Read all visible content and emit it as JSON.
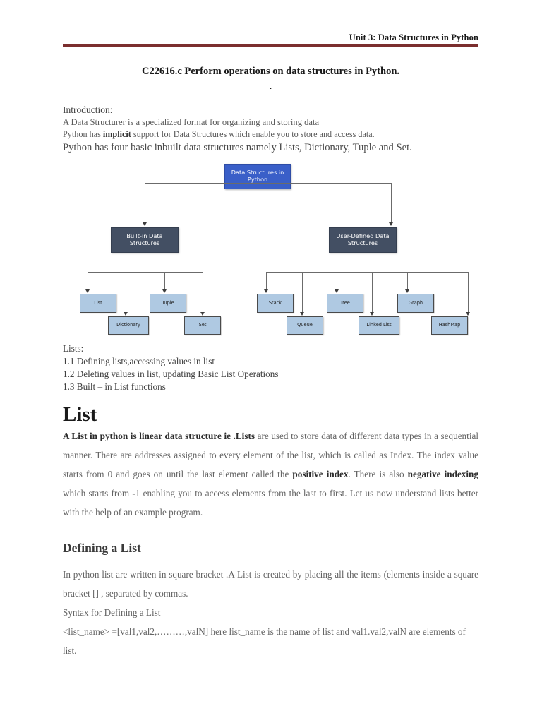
{
  "header": {
    "running_title": "Unit 3: Data Structures in Python"
  },
  "title": {
    "main": "C22616.c Perform operations on data structures in Python.",
    "subdot": "."
  },
  "introduction": {
    "label": "Introduction:",
    "line1": " A Data Structurer is a specialized format for organizing and storing data",
    "line2_pre": "Python has ",
    "line2_bold": "implicit",
    "line2_post": " support for Data Structures which enable you to store and access data.",
    "line3": "Python has four basic inbuilt data structures namely Lists, Dictionary, Tuple and Set."
  },
  "diagram": {
    "root": "Data Structures in Python",
    "branch_left": "Built-in Data Structures",
    "branch_right": "User-Defined Data Structures",
    "builtin_leaves": [
      "List",
      "Dictionary",
      "Tuple",
      "Set"
    ],
    "userdefined_leaves": [
      "Stack",
      "Queue",
      "Tree",
      "Linked List",
      "Graph",
      "HashMap"
    ],
    "colors": {
      "root_fill": "#3a5fc8",
      "branch_fill": "#434f63",
      "leaf_fill": "#afc9e2",
      "edge": "#6b6b6b"
    }
  },
  "lists_outline": {
    "heading": "Lists:",
    "item1": "1.1 Defining lists,accessing values in list",
    "item2": "1.2   Deleting values in list, updating Basic List Operations",
    "item3": "1.3 Built – in List functions"
  },
  "list_section": {
    "heading": "List",
    "bold_lead": "  A List in python is linear data structure ie .Lists",
    "para_part1": " are used to store data of different data types in a sequential manner. There are addresses assigned to every element of the list, which is called as Index. The index value starts from 0 and goes on until the last element called the ",
    "bold_positive": "positive index",
    "para_part2": ". There is also ",
    "bold_negative": "negative indexing",
    "para_part3": " which starts from -1 enabling you to access elements from the last to first. Let us now understand lists better with the help of an example program."
  },
  "defining_section": {
    "heading": "Defining a List",
    "para": "In  python list are written in square bracket .A List is created by placing all the items (elements inside a square bracket [] , separated by commas.",
    "syntax_label": "Syntax for Defining a List",
    "syntax_line": "<list_name>  =[val1,val2,………,valN]   here list_name is the name of list and val1.val2,valN are elements of list."
  },
  "theme": {
    "rule_color": "#7b2e2e",
    "page_background": "#ffffff",
    "body_text": "#636363"
  }
}
